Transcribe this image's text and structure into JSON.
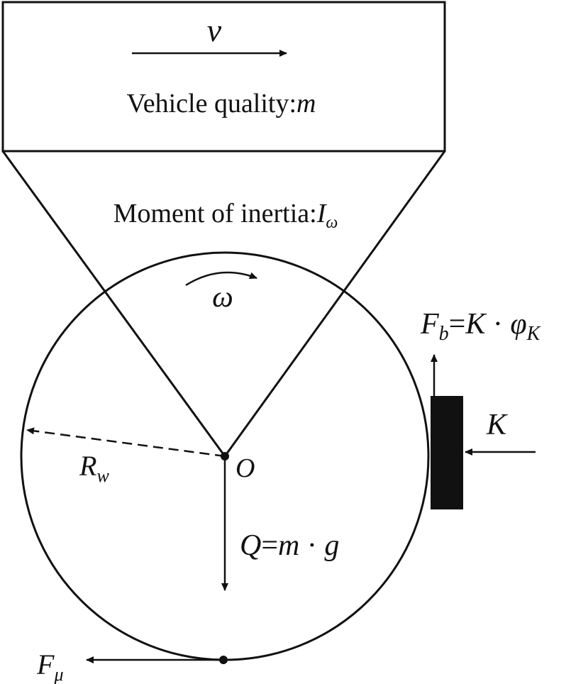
{
  "colors": {
    "ink": "#111111",
    "background": "#ffffff"
  },
  "vehicle_box": {
    "velocity_symbol": "v",
    "mass_label_text": "Vehicle quality:",
    "mass_symbol": "m"
  },
  "wheel": {
    "inertia_label_text": "Moment of inertia:",
    "inertia_symbol": "I",
    "inertia_subscript": "ω",
    "angular_velocity_symbol": "ω",
    "center_label": "O",
    "radius_symbol": "R",
    "radius_subscript": "w"
  },
  "forces": {
    "weight": {
      "lhs": "Q",
      "eq": "=",
      "m": "m",
      "dot": " · ",
      "g": "g"
    },
    "brake_pad_force": {
      "symbol": "K"
    },
    "brake_friction": {
      "F": "F",
      "sub_b": "b",
      "eq": "=",
      "K": "K",
      "dot": " · ",
      "phi": "φ",
      "sub_K": "K"
    },
    "ground_friction": {
      "F": "F",
      "sub": "μ"
    }
  }
}
